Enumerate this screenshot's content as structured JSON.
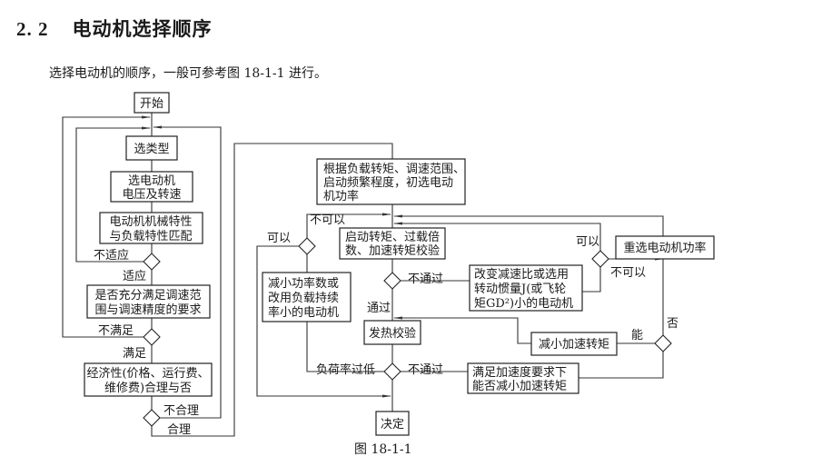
{
  "section": {
    "number": "2. 2",
    "title": "电动机选择顺序"
  },
  "intro": "选择电动机的顺序，一般可参考图 18-1-1 进行。",
  "caption": "图 18-1-1",
  "nodes": {
    "start": "开始",
    "select_type": "选类型",
    "select_motor": [
      "选电动机",
      "电压及转速"
    ],
    "match": [
      "电动机机械特性",
      "与负载特性匹配"
    ],
    "speed_req": [
      "是否充分满足调速范",
      "围与调速精度的要求"
    ],
    "economy": [
      "经济性(价格、运行费、",
      "维修费)合理与否"
    ],
    "prelim_power": [
      "根据负载转矩、调速范围、",
      "启动频繁程度，初选电动",
      "机功率"
    ],
    "torque_check": [
      "启动转矩、过载倍",
      "数、加速转矩校验"
    ],
    "reduce_power": [
      "减小功率数或",
      "改用负载持续",
      "率小的电动机"
    ],
    "change_ratio": [
      "改变减速比或选用",
      "转动惯量J(或飞轮",
      "矩GD²)小的电动机"
    ],
    "reselect_power": "重选电动机功率",
    "heat_check": "发热校验",
    "reduce_accel": "减小加速转矩",
    "accel_req": [
      "满足加速度要求下",
      "能否减小加速转矩"
    ],
    "decide": "决定"
  },
  "labels": {
    "unsuitable": "不适应",
    "suitable": "适应",
    "not_satisfied": "不满足",
    "satisfied": "满足",
    "unreasonable": "不合理",
    "reasonable": "合理",
    "cannot": "不可以",
    "can_left": "可以",
    "fail_1": "不通过",
    "pass": "通过",
    "can_right": "可以",
    "cannot_right": "不可以",
    "no": "否",
    "able": "能",
    "load_low": "负荷率过低",
    "fail_2": "不通过"
  }
}
